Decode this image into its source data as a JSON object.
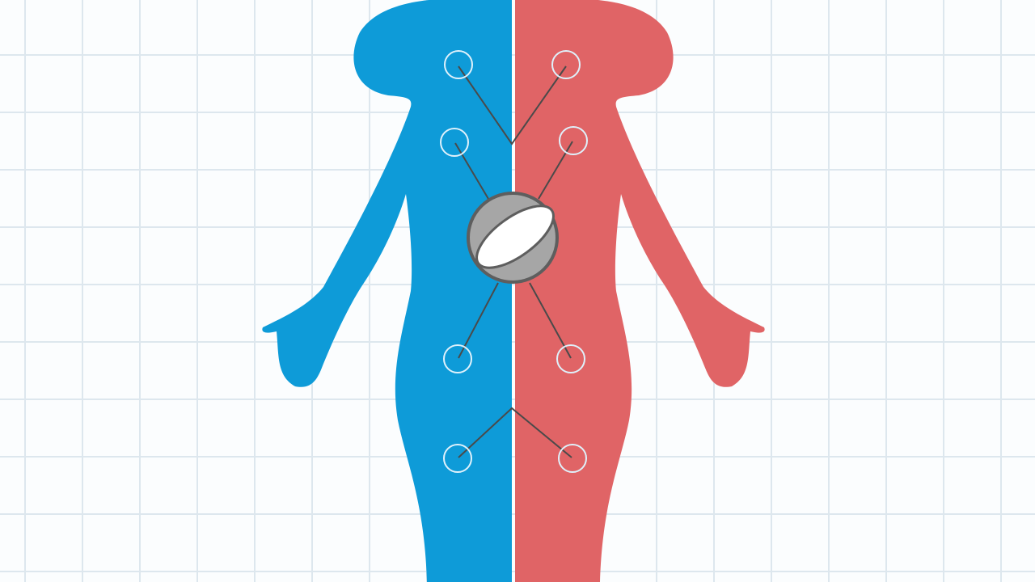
{
  "colors": {
    "background": "#fbfdfe",
    "grid_line": "#dde7ee",
    "left_half": "#0e9bd8",
    "right_half": "#e06466",
    "node_ring": "#dff1fb",
    "connector": "#4a4a4a",
    "pill_outer": "#a6a6a6",
    "pill_border": "#5e5e5e",
    "pill_center": "#ffffff"
  },
  "figure": {
    "left_side_icon": "body-half-icon",
    "right_side_icon": "body-half-icon",
    "center_icon": "capsule-pill-icon",
    "node_icon": "target-circle-icon"
  },
  "nodes": [
    {
      "id": "upper-left",
      "side": "left"
    },
    {
      "id": "chest-left",
      "side": "left"
    },
    {
      "id": "abdomen-left",
      "side": "left"
    },
    {
      "id": "pelvis-left",
      "side": "left"
    },
    {
      "id": "upper-right",
      "side": "right"
    },
    {
      "id": "chest-right",
      "side": "right"
    },
    {
      "id": "abdomen-right",
      "side": "right"
    },
    {
      "id": "pelvis-right",
      "side": "right"
    }
  ]
}
